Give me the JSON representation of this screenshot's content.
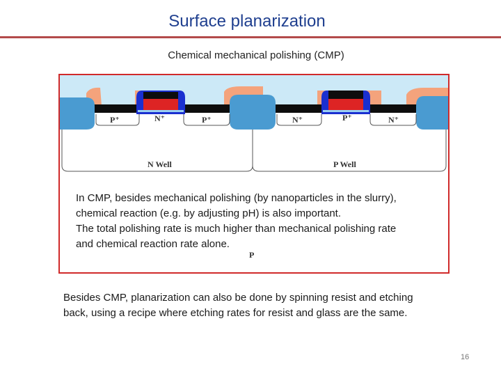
{
  "slide": {
    "title": "Surface planarization",
    "subtitle": "Chemical mechanical  polishing (CMP)",
    "page_number": "16"
  },
  "diagram": {
    "labels": {
      "p_plus_left": "P⁺",
      "n_plus_left": "N⁺",
      "p_plus_mid": "P⁺",
      "n_plus_mid": "N⁺",
      "p_plus_right": "P⁺",
      "n_plus_right": "N⁺",
      "n_well": "N Well",
      "p_well": "P Well",
      "p_substrate": "P"
    },
    "colors": {
      "oxide": "#cce9f7",
      "metal": "#f4a37c",
      "isolation": "#4a9bd1",
      "gate_red": "#dd2424",
      "gate_black": "#0d0d0d",
      "spacer_blue": "#1a2fd0",
      "border_red": "#d02a2a"
    }
  },
  "body": {
    "inner_lines": [
      "In CMP, besides mechanical polishing (by nanoparticles in the slurry),",
      "chemical reaction (e.g. by adjusting pH) is also important.",
      "The total polishing rate is much higher than mechanical polishing rate",
      "and chemical reaction rate alone."
    ],
    "bottom_lines": [
      "Besides CMP, planarization can also be done by spinning resist and etching",
      "back, using a recipe where etching rates for resist and glass are the same."
    ]
  }
}
